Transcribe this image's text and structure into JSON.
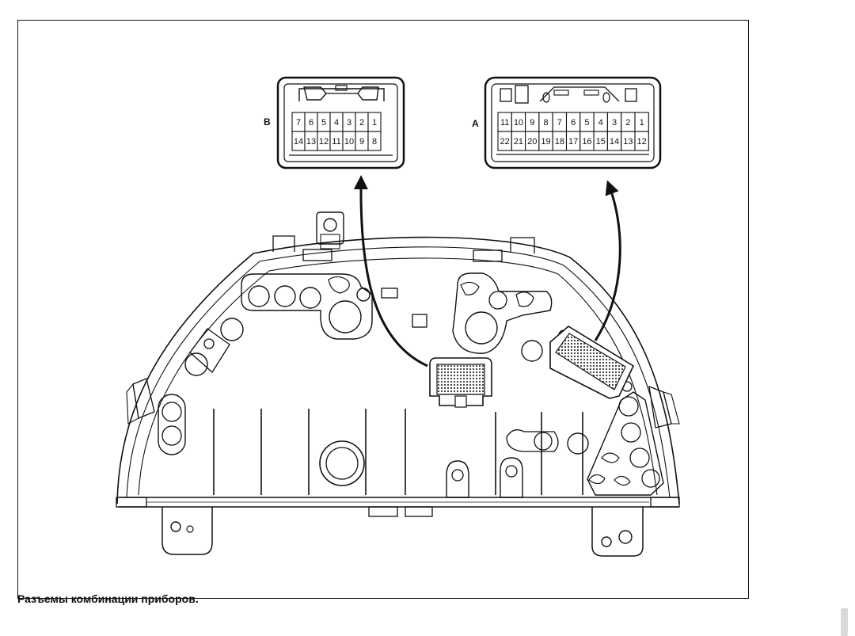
{
  "caption": "Разъемы комбинации приборов.",
  "connector_b": {
    "label": "B",
    "row1": [
      "7",
      "6",
      "5",
      "4",
      "3",
      "2",
      "1"
    ],
    "row2": [
      "14",
      "13",
      "12",
      "11",
      "10",
      "9",
      "8"
    ]
  },
  "connector_a": {
    "label": "A",
    "row1": [
      "11",
      "10",
      "9",
      "8",
      "7",
      "6",
      "5",
      "4",
      "3",
      "2",
      "1"
    ],
    "row2": [
      "22",
      "21",
      "20",
      "19",
      "18",
      "17",
      "16",
      "15",
      "14",
      "13",
      "12"
    ]
  },
  "colors": {
    "ink": "#111111",
    "hatch": "#555555"
  }
}
